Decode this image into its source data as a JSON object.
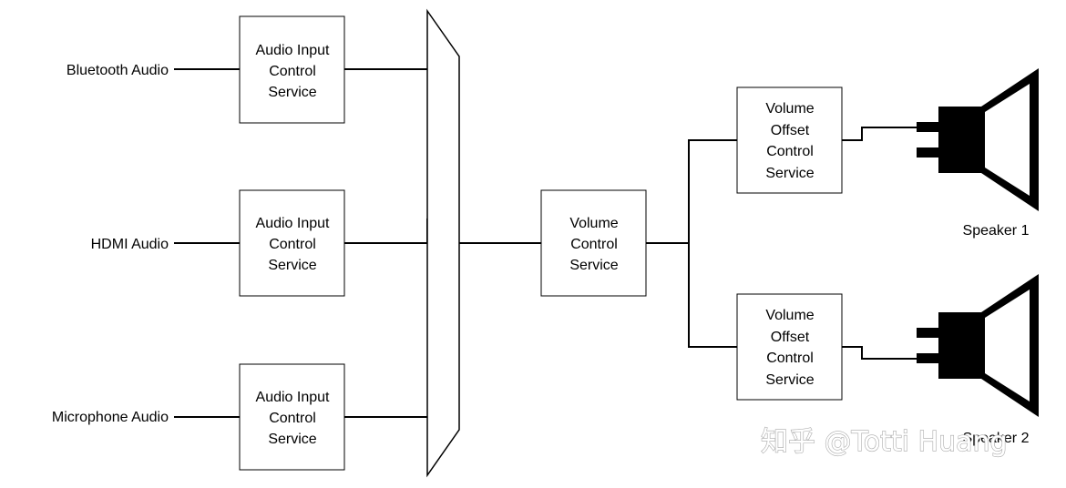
{
  "sources": [
    {
      "label": "Bluetooth Audio"
    },
    {
      "label": "HDMI Audio"
    },
    {
      "label": "Microphone Audio"
    }
  ],
  "input_services": [
    {
      "lines": [
        "Audio Input",
        "Control",
        "Service"
      ]
    },
    {
      "lines": [
        "Audio Input",
        "Control",
        "Service"
      ]
    },
    {
      "lines": [
        "Audio Input",
        "Control",
        "Service"
      ]
    }
  ],
  "volume_service": {
    "lines": [
      "Volume",
      "Control",
      "Service"
    ]
  },
  "offset_services": [
    {
      "lines": [
        "Volume",
        "Offset",
        "Control",
        "Service"
      ]
    },
    {
      "lines": [
        "Volume",
        "Offset",
        "Control",
        "Service"
      ]
    }
  ],
  "speakers": [
    {
      "label": "Speaker 1"
    },
    {
      "label": "Speaker 2"
    }
  ],
  "watermark": "知乎 @Totti Huang"
}
